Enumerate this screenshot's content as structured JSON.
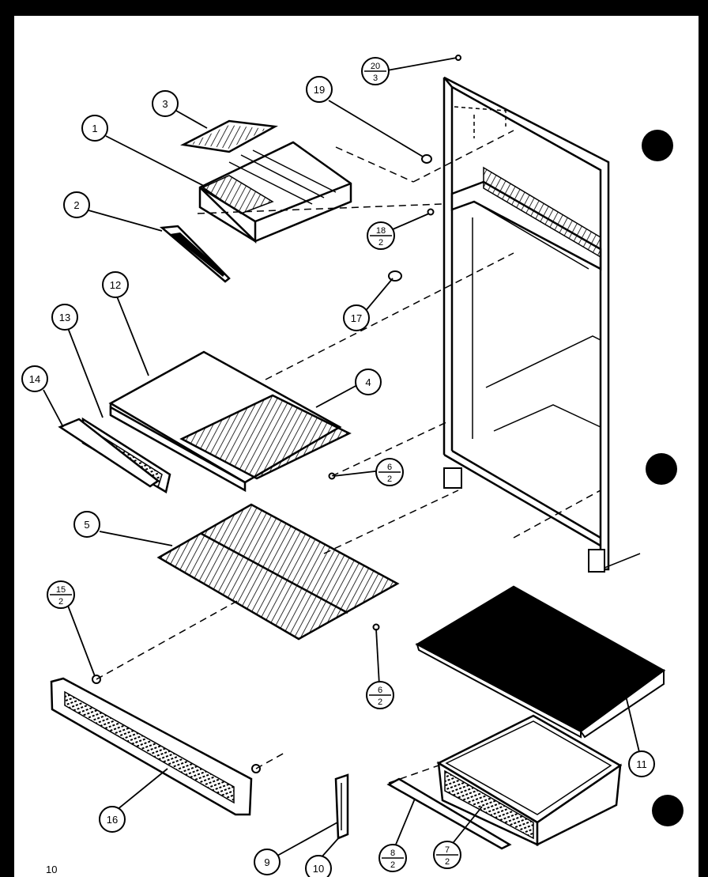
{
  "diagram": {
    "page_number": "10",
    "callouts": [
      {
        "id": "c1",
        "label": "1"
      },
      {
        "id": "c2",
        "label": "2"
      },
      {
        "id": "c3",
        "label": "3"
      },
      {
        "id": "c4",
        "label": "4"
      },
      {
        "id": "c5",
        "label": "5"
      },
      {
        "id": "c9",
        "label": "9"
      },
      {
        "id": "c10",
        "label": "10"
      },
      {
        "id": "c11",
        "label": "11"
      },
      {
        "id": "c12",
        "label": "12"
      },
      {
        "id": "c13",
        "label": "13"
      },
      {
        "id": "c14",
        "label": "14"
      },
      {
        "id": "c16",
        "label": "16"
      },
      {
        "id": "c17",
        "label": "17"
      },
      {
        "id": "c19",
        "label": "19"
      }
    ],
    "fraction_callouts": [
      {
        "id": "f20",
        "num": "20",
        "den": "3"
      },
      {
        "id": "f18",
        "num": "18",
        "den": "2"
      },
      {
        "id": "f6a",
        "num": "6",
        "den": "2"
      },
      {
        "id": "f15",
        "num": "15",
        "den": "2"
      },
      {
        "id": "f6b",
        "num": "6",
        "den": "2"
      },
      {
        "id": "f8",
        "num": "8",
        "den": "2"
      },
      {
        "id": "f7",
        "num": "7",
        "den": "2"
      }
    ]
  }
}
